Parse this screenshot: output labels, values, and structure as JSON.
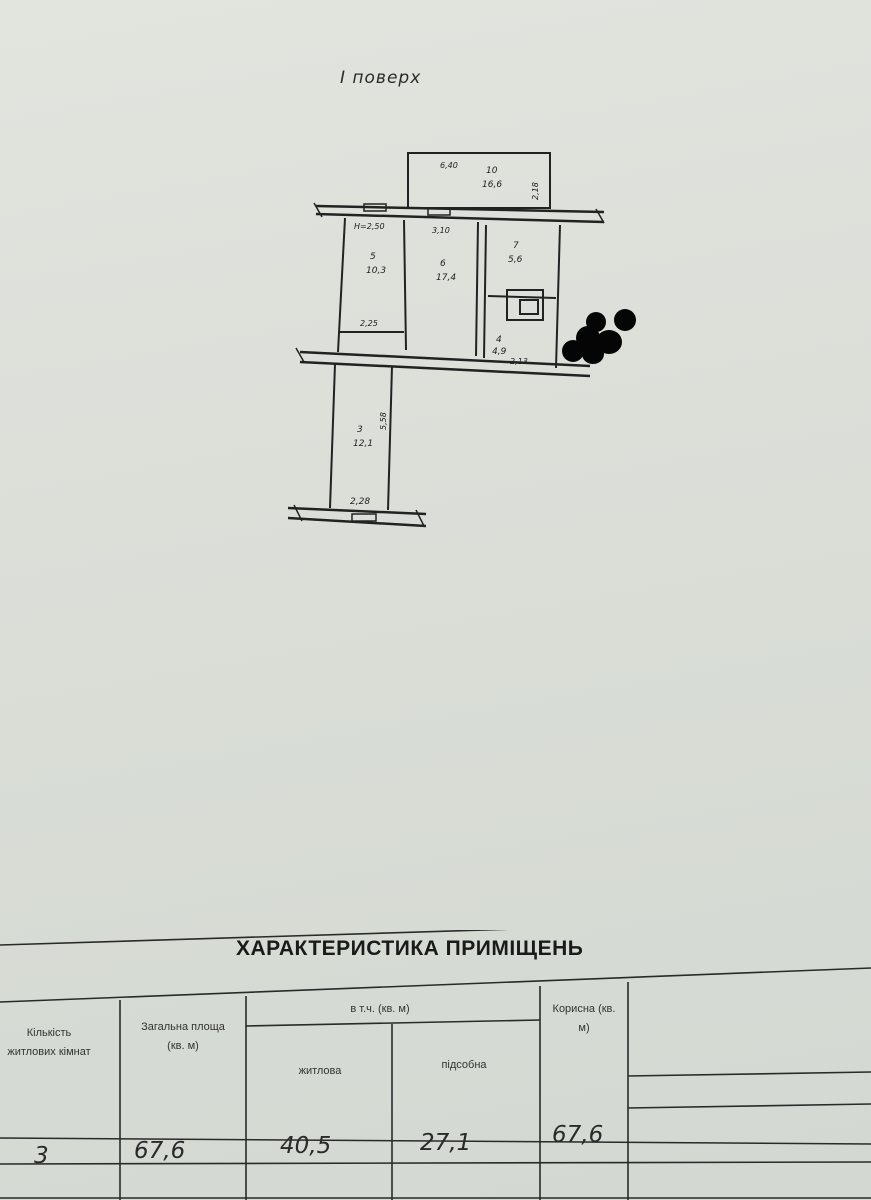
{
  "plan": {
    "floor_label": "I поверх",
    "rooms": {
      "r10": {
        "num": "10",
        "area": "16,6"
      },
      "r5": {
        "num": "5",
        "area": "10,3"
      },
      "r6": {
        "num": "6",
        "area": "17,4"
      },
      "r7": {
        "num": "7",
        "area": "5,6"
      },
      "r4": {
        "num": "4",
        "area": "4,9"
      },
      "r3": {
        "num": "3",
        "area": "12,1"
      }
    },
    "dims": {
      "d_balcony_w": "6,40",
      "d_balcony_h": "2,18",
      "d_h": "Н=2,50",
      "d_310": "3,10",
      "d_225": "2,25",
      "d_558": "5,58",
      "d_228": "2,28",
      "d_213": "2,13"
    }
  },
  "table": {
    "title": "ХАРАКТЕРИСТИКА ПРИМІЩЕНЬ",
    "headers": {
      "rooms_count": "Кількість житлових кімнат",
      "total_area": "Загальна площа (кв. м)",
      "incl": "в т.ч. (кв. м)",
      "living": "житлова",
      "auxiliary": "підсобна",
      "useful": "Корисна (кв. м)"
    },
    "values": {
      "rooms_count": "3",
      "total_area": "67,6",
      "living": "40,5",
      "auxiliary": "27,1",
      "useful": "67,6"
    }
  }
}
